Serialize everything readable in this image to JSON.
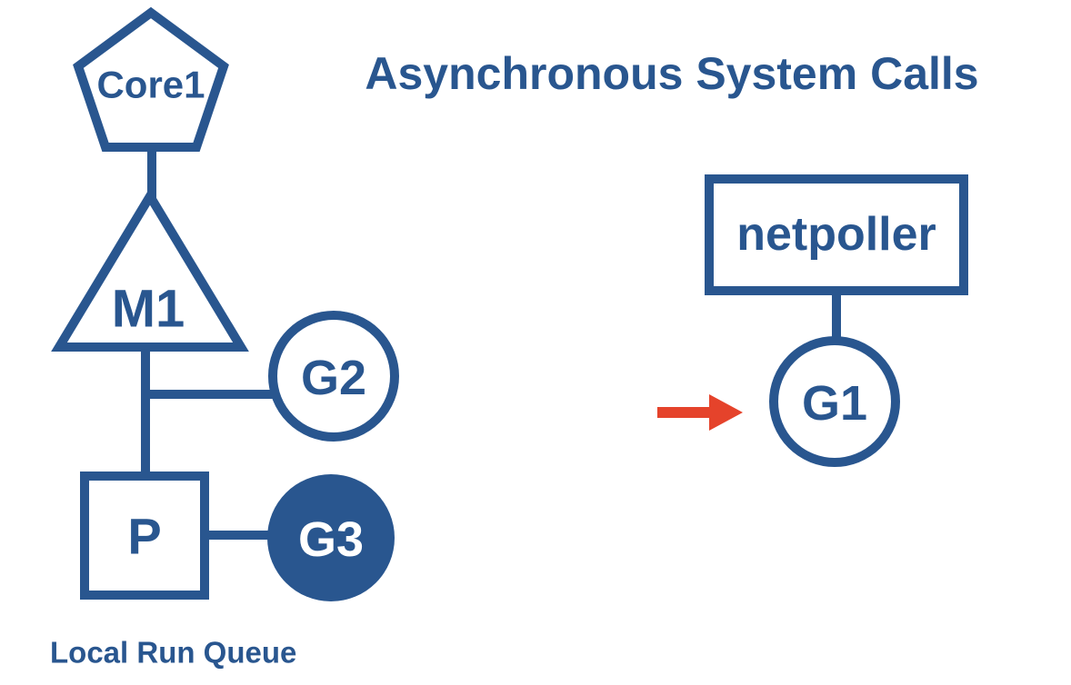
{
  "title": "Asynchronous System Calls",
  "caption": "Local Run Queue",
  "colors": {
    "primary_blue": "#29568F",
    "arrow_red": "#E5432B",
    "background": "#FFFFFF",
    "filled_node_text": "#FFFFFF"
  },
  "nodes": {
    "core1": {
      "label": "Core1",
      "shape": "pentagon"
    },
    "m1": {
      "label": "M1",
      "shape": "triangle"
    },
    "p": {
      "label": "P",
      "shape": "square"
    },
    "g2": {
      "label": "G2",
      "shape": "circle-outline"
    },
    "g3": {
      "label": "G3",
      "shape": "circle-filled"
    },
    "netpoller": {
      "label": "netpoller",
      "shape": "rectangle"
    },
    "g1": {
      "label": "G1",
      "shape": "circle-outline"
    }
  },
  "arrow": {
    "icon": "arrow-right-icon",
    "direction": "right",
    "target": "G1"
  }
}
